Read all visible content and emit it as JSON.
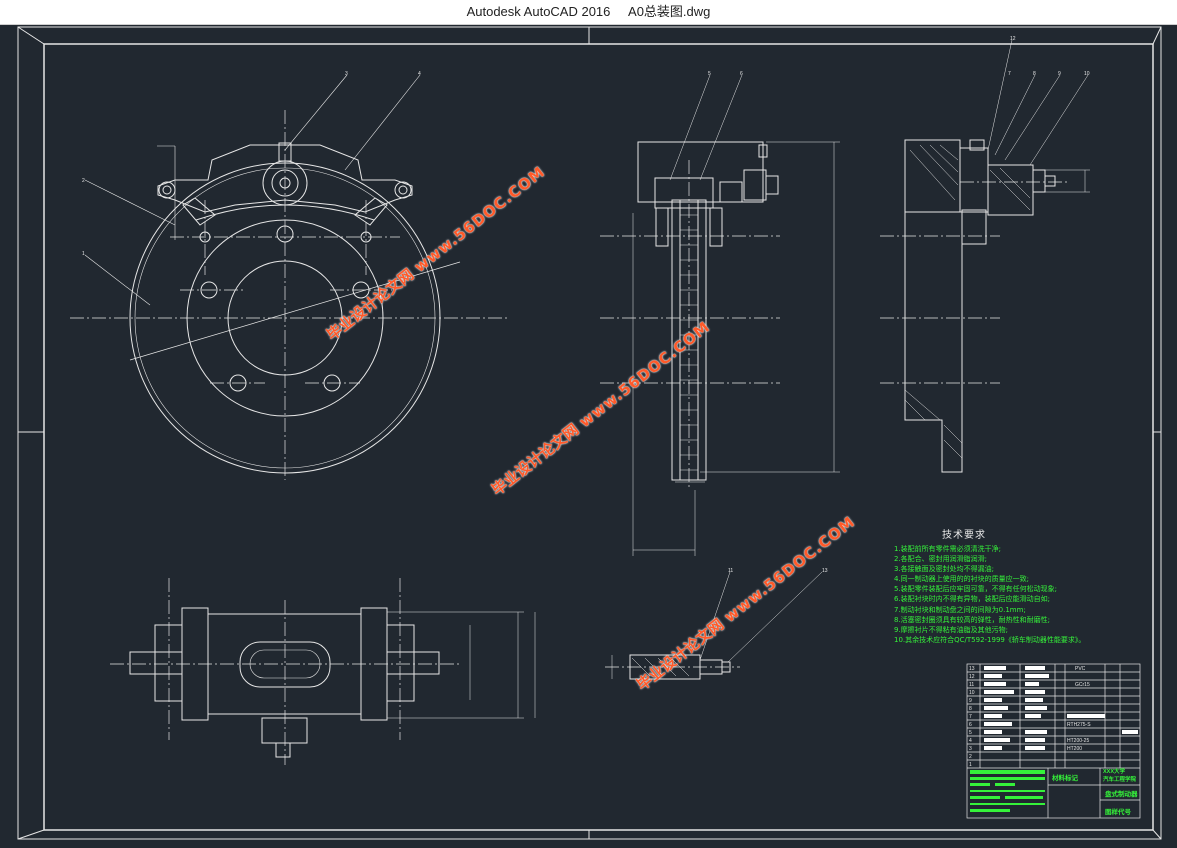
{
  "window": {
    "app_title": "Autodesk AutoCAD 2016",
    "file_name": "A0总装图.dwg"
  },
  "tech_requirements": {
    "title": "技术要求",
    "items": [
      "1.装配前所有零件需必须清洗干净;",
      "2.各配合、密封用润滑脂润滑;",
      "3.各接触面及密封处均不得漏油;",
      "4.同一制动器上使用的的衬块的质量应一致;",
      "5.装配零件装配后应牢固可靠，不得有任何松动现象;",
      "6.装配衬块时内不得有异物，装配后应能滑动自如;",
      "7.制动衬块和制动盘之间的间隙为0.1mm;",
      "8.活塞密封圈须具有较高的弹性，耐热性和耐磨性;",
      "9.摩擦衬片不得粘有油脂及其他污物;",
      "10.其余技术应符合QC/T592-1999《轿车制动器性能要求》。"
    ]
  },
  "parts_list": {
    "rows": [
      "13",
      "12",
      "11",
      "10",
      "9",
      "8",
      "7",
      "6",
      "5",
      "4",
      "3",
      "2",
      "1"
    ],
    "labels": [
      "PVC",
      "GCr15",
      "RTH275-S",
      "HT200-25",
      "HT200"
    ]
  },
  "title_block": {
    "school": "XXX大学",
    "dept": "汽车工程学院",
    "material_mark": "材料标记",
    "drawing_name": "盘式制动器",
    "drawing_code": "图样代号"
  },
  "part_numbers": [
    "1",
    "2",
    "3",
    "4",
    "5",
    "6",
    "7",
    "8",
    "9",
    "10",
    "11",
    "12",
    "13"
  ],
  "watermark": {
    "cn": "毕业设计论文网",
    "url": "www.56DOC.COM"
  },
  "colors": {
    "background": "#212830",
    "line": "#ffffff",
    "green_text": "#35f23a",
    "watermark": "#ff5a2a"
  }
}
